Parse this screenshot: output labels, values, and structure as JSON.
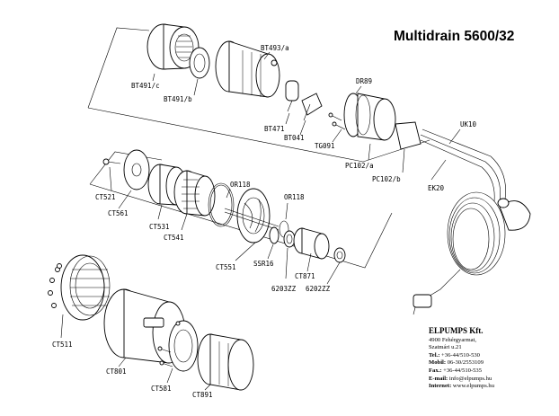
{
  "title": "Multidrain 5600/32",
  "parts": {
    "BT491c": "BT491/c",
    "BT491b": "BT491/b",
    "BT493a": "BT493/a",
    "BT471": "BT471",
    "BT041": "BT041",
    "DR89": "DR89",
    "TG091": "TG091",
    "PC102a": "PC102/a",
    "PC102b": "PC102/b",
    "UK10": "UK10",
    "EK20": "EK20",
    "CT521": "CT521",
    "CT561": "CT561",
    "CT531": "CT531",
    "CT541": "CT541",
    "OR118a": "OR118",
    "OR118b": "OR118",
    "CT551": "CT551",
    "SSR16": "SSR16",
    "CT871": "CT871",
    "Z6203": "6203ZZ",
    "Z6202": "6202ZZ",
    "CT511": "CT511",
    "CT801": "CT801",
    "CT581": "CT581",
    "CT891": "CT891"
  },
  "company": {
    "name": "ELPUMPS Kft.",
    "address1": "4900 Fehérgyarmat,",
    "address2": "Szatmári u.21",
    "tel_label": "Tel.:",
    "tel": " +36-44/510-530",
    "mobil_label": "Mobil:",
    "mobil": " 06-30/2553109",
    "fax_label": "Fax.:",
    "fax": " +36-44/510-535",
    "email_label": "E-mail:",
    "email": " info@elpumps.hu",
    "internet_label": "Internet:",
    "internet": " www.elpumps.hu"
  }
}
